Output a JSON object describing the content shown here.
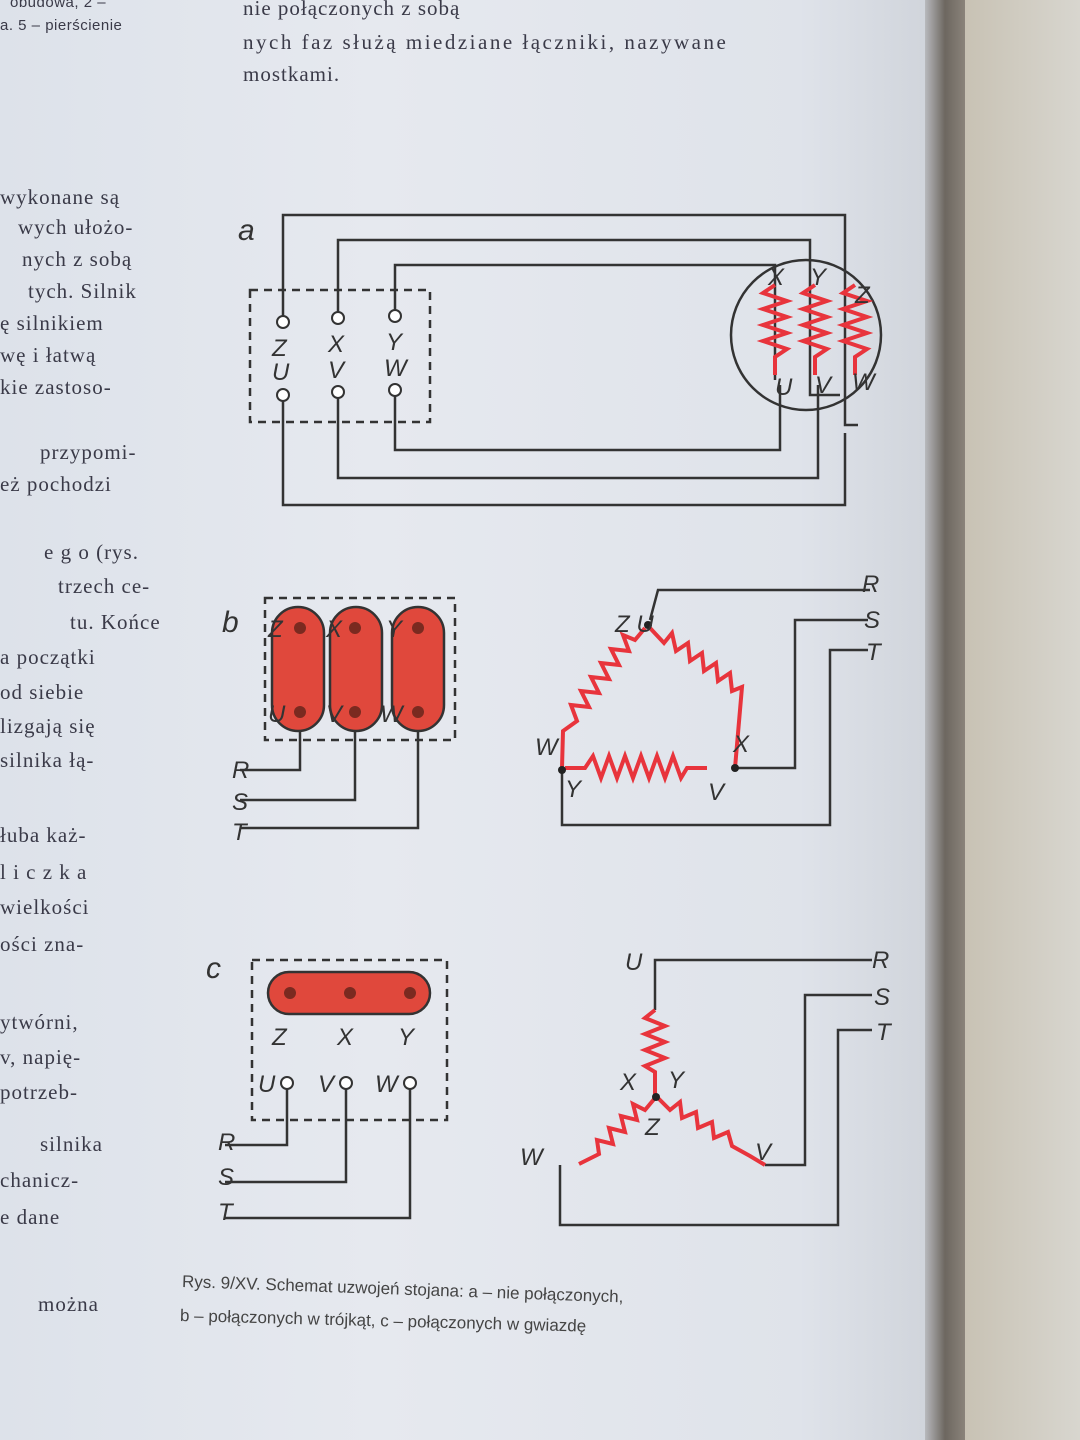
{
  "top_left_fragments": [
    "obudowa, 2 –",
    "a. 5 – pierścienie"
  ],
  "top_paragraph": [
    "nie połączonych z sobą",
    "łączniki, nazywane",
    "nych faz służą miedziane łączniki, nazywane",
    "mostkami."
  ],
  "left_column": [
    "wykonane są",
    "wych ułożo-",
    "nych z sobą",
    "tych. Silnik",
    "ę silnikiem",
    "wę i łatwą",
    "kie zastoso-",
    "przypomi-",
    "eż pochodzi",
    "e g o  (rys.",
    "trzech ce-",
    "tu. Końce",
    "a początki",
    "od siebie",
    "lizgają się",
    "silnika łą-",
    "łuba każ-",
    "l i c z k a",
    "wielkości",
    "ości zna-",
    "ytwórni,",
    "v, napię-",
    "potrzeb-",
    "silnika",
    "chanicz-",
    "e dane",
    "można"
  ],
  "diagram": {
    "panel_labels": [
      "a",
      "b",
      "c"
    ],
    "terminals_top": [
      "Z",
      "X",
      "Y"
    ],
    "terminals_bottom": [
      "U",
      "V",
      "W"
    ],
    "supply_lines": [
      "R",
      "S",
      "T"
    ],
    "motor_labels_top": [
      "X",
      "Y",
      "Z"
    ],
    "motor_labels_bottom": [
      "U",
      "V",
      "W"
    ],
    "delta_labels": {
      "top": "Z U",
      "left": "W",
      "left_bottom": "Y",
      "right": "X",
      "right_bottom": "V"
    },
    "star_labels": {
      "top": "U",
      "center_left": "X",
      "center_right": "Y",
      "center": "Z",
      "left": "W",
      "right": "V"
    },
    "winding_color": "#e8343c",
    "bridge_color": "#e0483c"
  },
  "caption": {
    "line1": "Rys. 9/XV. Schemat uzwojeń stojana: a – nie połączonych,",
    "line2": "b – połączonych w trójkąt, c – połączonych w gwiazdę"
  }
}
